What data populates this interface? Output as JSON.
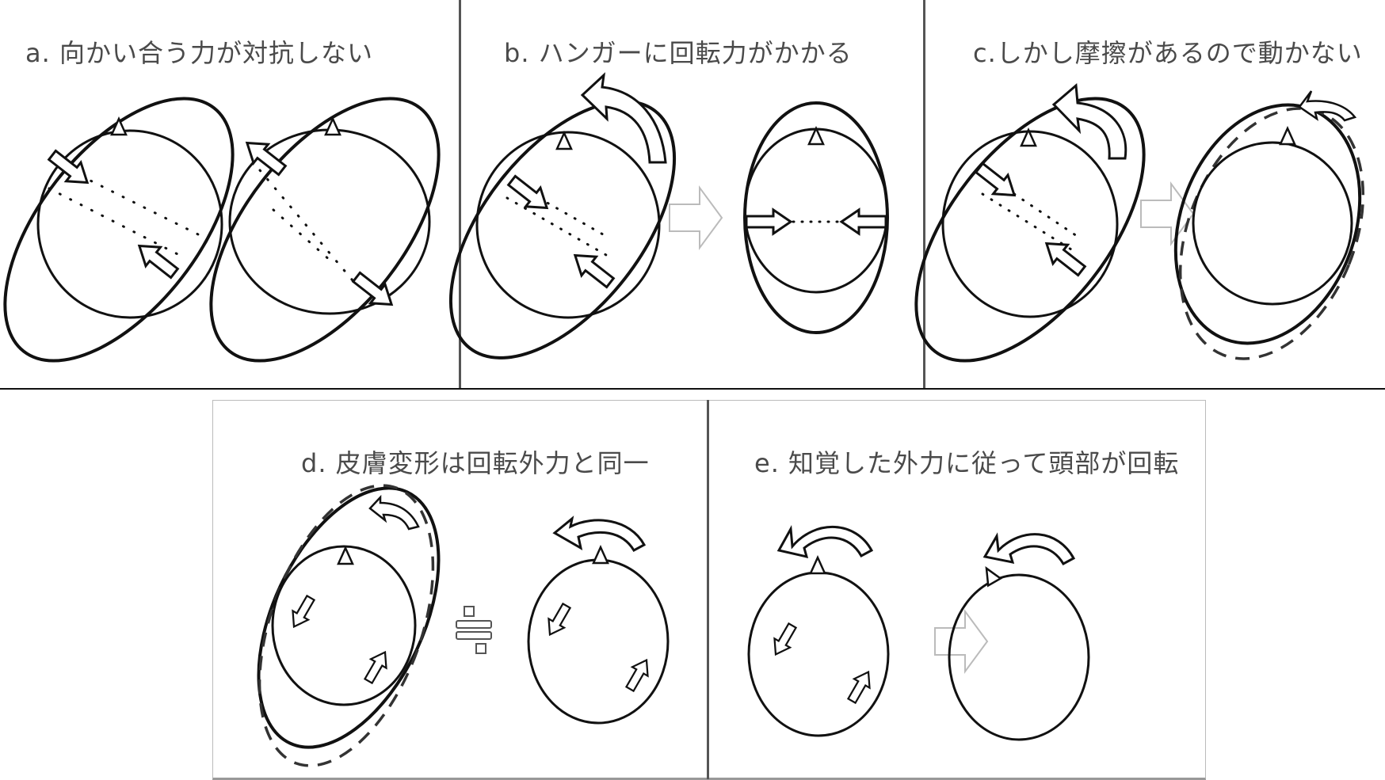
{
  "figure": {
    "panels": [
      {
        "id": "a",
        "title": "a. 向かい合う力が対抗しない"
      },
      {
        "id": "b",
        "title": "b. ハンガーに回転力がかかる"
      },
      {
        "id": "c",
        "title": "c.しかし摩擦があるので動かない"
      },
      {
        "id": "d",
        "title": "d. 皮膚変形は回転外力と同一",
        "symbol": "≒"
      },
      {
        "id": "e",
        "title": "e. 知覚した外力に従って頭部が回転"
      }
    ],
    "colors": {
      "stroke": "#111111",
      "title_text": "#4a4a4a",
      "light_arrow": "#bbbbbb",
      "divider": "#555555"
    }
  }
}
